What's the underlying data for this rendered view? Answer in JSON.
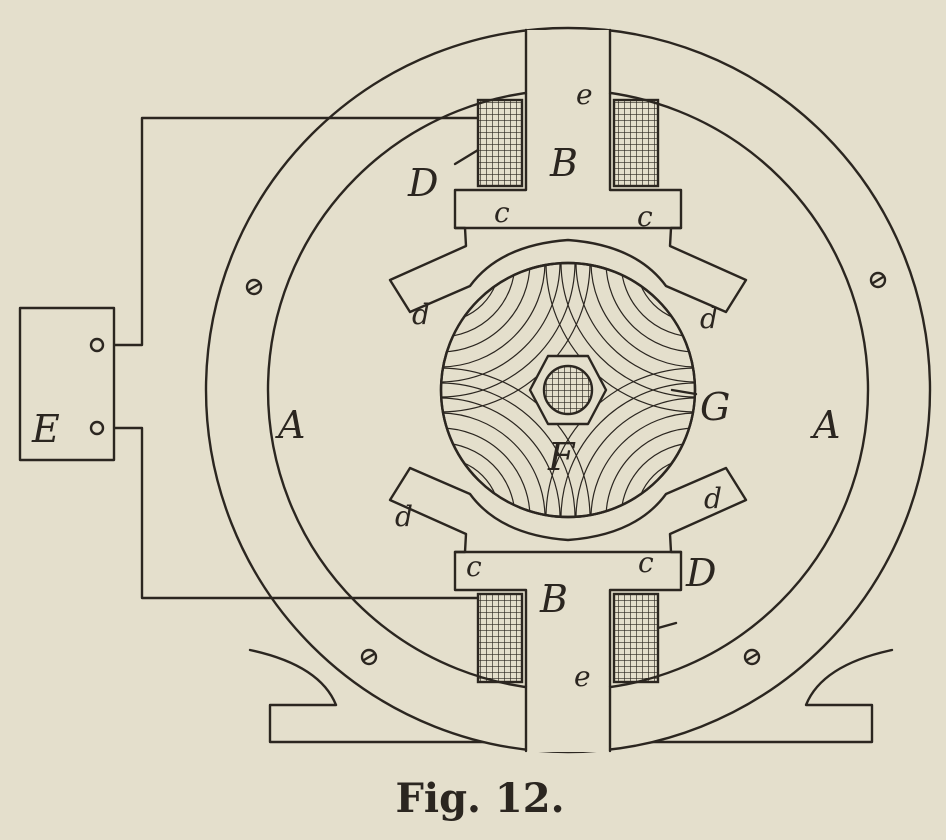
{
  "caption": "Fig. 12.",
  "labels": {
    "yoke_left": "A",
    "yoke_right": "A",
    "pole_top": "B",
    "pole_bottom": "B",
    "pole_shoe_top_left": "c",
    "pole_shoe_top_right": "c",
    "pole_shoe_bottom_left": "c",
    "pole_shoe_bottom_right": "c",
    "horn_top_left": "d",
    "horn_top_right": "d",
    "horn_bottom_left": "d",
    "horn_bottom_right": "d",
    "coil_top": "D",
    "coil_bottom": "D",
    "gap_top": "e",
    "gap_bottom": "e",
    "battery": "E",
    "shaft": "F",
    "armature": "G"
  },
  "colors": {
    "paper": "#e4dfcc",
    "ink": "#2b2620"
  }
}
